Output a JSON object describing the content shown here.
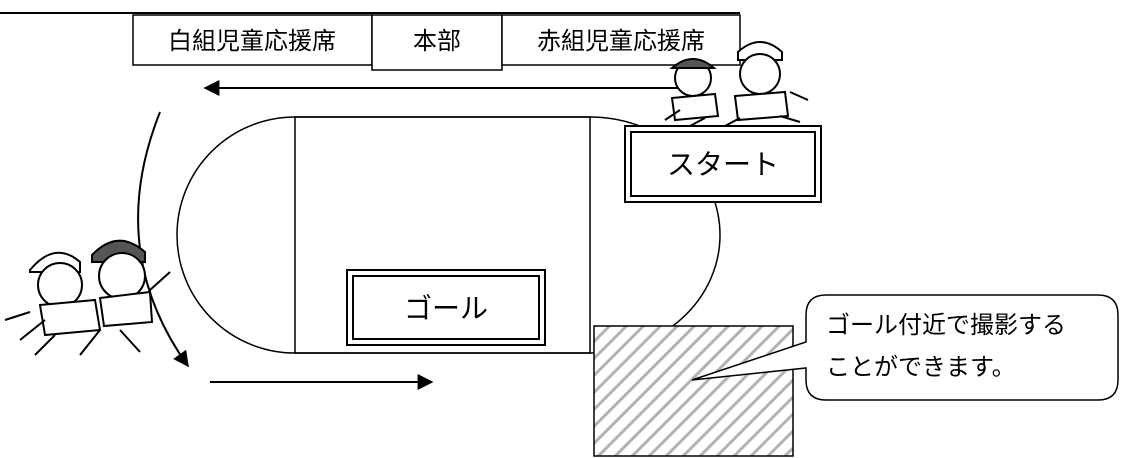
{
  "seating": {
    "white": "白組児童応援席",
    "hq": "本部",
    "red": "赤組児童応援席"
  },
  "start_label": "スタート",
  "goal_label": "ゴール",
  "callout": {
    "line1": "ゴール付近で撮影する",
    "line2": "ことができます。"
  },
  "colors": {
    "line": "#000000",
    "hatch": "#b3b3b3",
    "background": "#ffffff"
  }
}
